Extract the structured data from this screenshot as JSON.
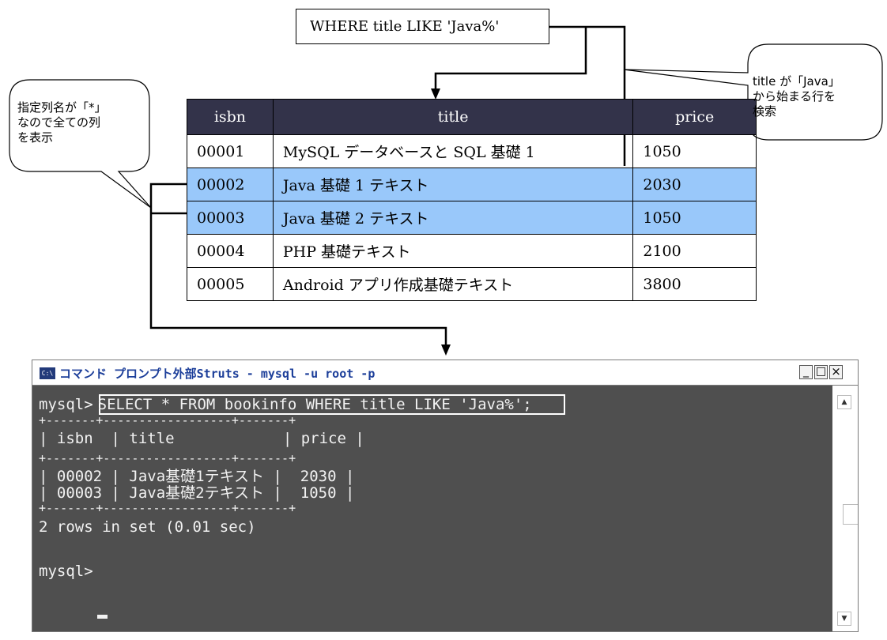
{
  "where_clause": "WHERE title LIKE 'Java%'",
  "callout_left": [
    "指定列名が「*」",
    "なので全ての列",
    "を表示"
  ],
  "callout_right": [
    "title が「Java」",
    "から始まる行を",
    "検索"
  ],
  "table": {
    "headers": [
      "isbn",
      "title",
      "price"
    ],
    "rows": [
      {
        "isbn": "00001",
        "title": "MySQL データベースと SQL 基礎 1",
        "price": "1050",
        "highlight": false
      },
      {
        "isbn": "00002",
        "title": "Java 基礎 1 テキスト",
        "price": "2030",
        "highlight": true
      },
      {
        "isbn": "00003",
        "title": "Java 基礎 2 テキスト",
        "price": "1050",
        "highlight": true
      },
      {
        "isbn": "00004",
        "title": "PHP 基礎テキスト",
        "price": "2100",
        "highlight": false
      },
      {
        "isbn": "00005",
        "title": "Android アプリ作成基礎テキスト",
        "price": "3800",
        "highlight": false
      }
    ]
  },
  "terminal": {
    "title": "コマンド プロンプト外部Struts - mysql -u root -p",
    "icon": "console-icon",
    "buttons": {
      "minimize": "_",
      "maximize": "□",
      "close": "×"
    },
    "prompt": "mysql>",
    "command": "SELECT * FROM bookinfo WHERE title LIKE 'Java%';",
    "separator": "+-------+------------------+-------+",
    "header_line": "| isbn  | title            | price |",
    "result_lines": [
      "| 00002 | Java基礎1テキスト |  2030 |",
      "| 00003 | Java基礎2テキスト |  1050 |"
    ],
    "summary": "2 rows in set (0.01 sec)",
    "prompt2": "mysql> "
  }
}
